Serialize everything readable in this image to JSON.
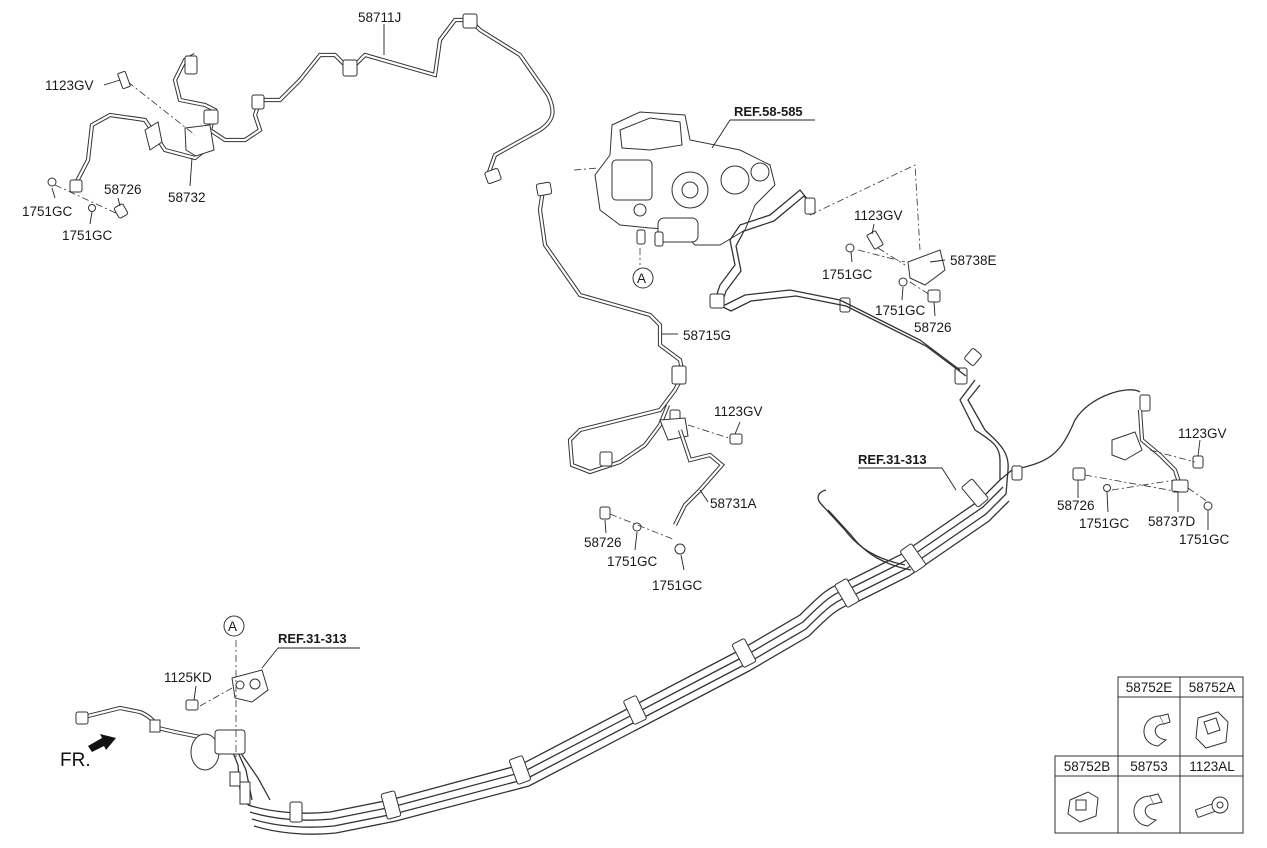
{
  "labels": {
    "pipe_58711J": "58711J",
    "bolt_1123GV_tl": "1123GV",
    "bolt_58726_tl": "58726",
    "washer_1751GC_tl1": "1751GC",
    "washer_1751GC_tl2": "1751GC",
    "hose_58732": "58732",
    "ref_hecu": "REF.58-585",
    "circle_A_top": "A",
    "bolt_1123GV_tr": "1123GV",
    "bracket_58738E": "58738E",
    "washer_1751GC_tr1": "1751GC",
    "washer_1751GC_tr2": "1751GC",
    "bolt_58726_tr": "58726",
    "pipe_58715G": "58715G",
    "bolt_1123GV_mid": "1123GV",
    "hose_58731A": "58731A",
    "bolt_58726_mid": "58726",
    "washer_1751GC_mid1": "1751GC",
    "washer_1751GC_mid2": "1751GC",
    "ref_31313_mid": "REF.31-313",
    "bolt_1123GV_r": "1123GV",
    "bolt_58726_r": "58726",
    "washer_1751GC_r1": "1751GC",
    "hose_58737D": "58737D",
    "washer_1751GC_r2": "1751GC",
    "circle_A_bottom": "A",
    "ref_31313_bottom": "REF.31-313",
    "bolt_1125KD": "1125KD",
    "front_direction": "FR."
  },
  "parts_table": {
    "row1": [
      "58752E",
      "58752A"
    ],
    "row2": [
      "58752B",
      "58753",
      "1123AL"
    ]
  }
}
